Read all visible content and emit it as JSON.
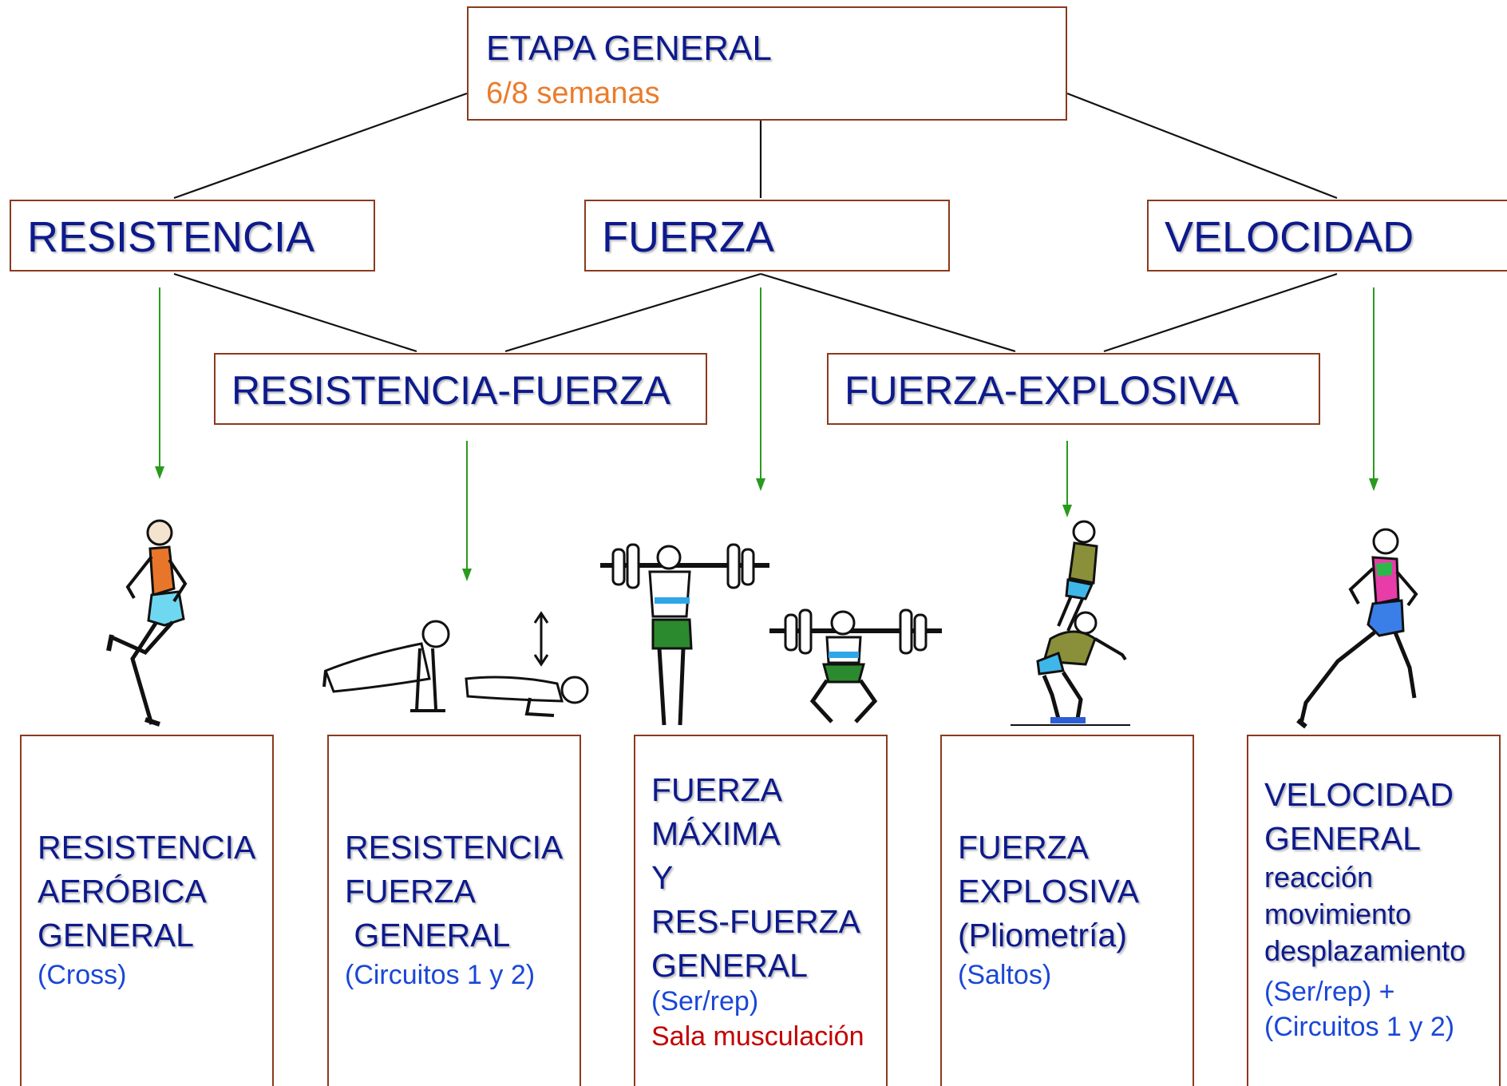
{
  "top": {
    "title": "ETAPA GENERAL",
    "duration": "6/8 semanas"
  },
  "level2": {
    "resistencia": "RESISTENCIA",
    "fuerza": "FUERZA",
    "velocidad": "VELOCIDAD"
  },
  "level3": {
    "resistencia_fuerza": "RESISTENCIA-FUERZA",
    "fuerza_explosiva": "FUERZA-EXPLOSIVA"
  },
  "bottom": {
    "box1": {
      "lines": [
        "RESISTENCIA",
        "AERÓBICA",
        "GENERAL"
      ],
      "note": "(Cross)"
    },
    "box2": {
      "lines": [
        "RESISTENCIA",
        "FUERZA",
        " GENERAL"
      ],
      "note": "(Circuitos 1 y 2)"
    },
    "box3": {
      "lines": [
        "FUERZA",
        "MÁXIMA",
        "Y",
        "RES-FUERZA",
        "GENERAL"
      ],
      "note": "(Ser/rep)",
      "note2": "Sala musculación"
    },
    "box4": {
      "lines": [
        "FUERZA",
        "EXPLOSIVA",
        "(Pliometría)"
      ],
      "note": "(Saltos)"
    },
    "box5": {
      "lines": [
        "VELOCIDAD",
        "GENERAL"
      ],
      "details": [
        "reacción",
        "movimiento",
        "desplazamiento"
      ],
      "note": "(Ser/rep) +",
      "note2": "(Circuitos 1 y 2)"
    }
  },
  "colors": {
    "box_border": "#8b3a1e",
    "main_text": "#0d1a8c",
    "sub_text": "#1a47d6",
    "accent": "#ea7c2c",
    "alert": "#c40000",
    "arrow": "#2a9a1e"
  }
}
